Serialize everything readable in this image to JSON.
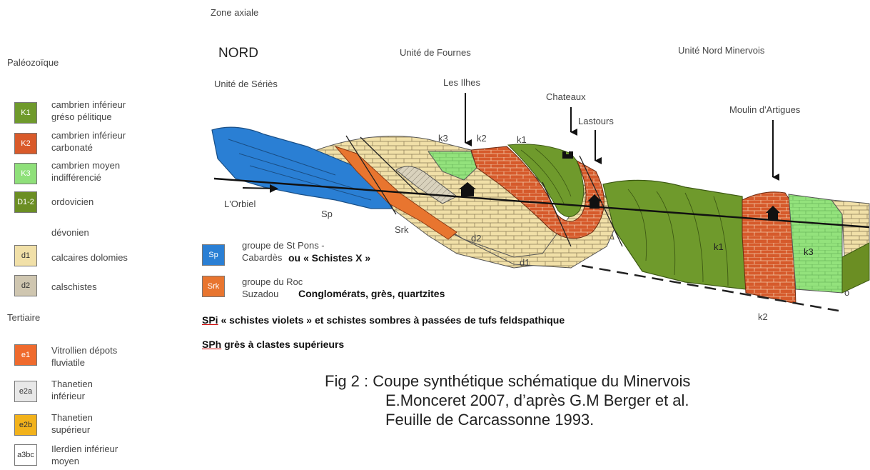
{
  "header": {
    "zone": "Zone axiale",
    "nord": "NORD",
    "unite_fournes": "Unité de Fournes",
    "unite_nord": "Unité Nord Minervois",
    "unite_series": "Unité de Sériès"
  },
  "places": {
    "ilhes": "Les Ilhes",
    "chateaux": "Chateaux",
    "lastours": "Lastours",
    "moulin": "Moulin d'Artigues",
    "orbiel": "L'Orbiel"
  },
  "unit_labels": {
    "k3": "k3",
    "k2": "k2",
    "k1": "k1",
    "sp": "Sp",
    "srk": "Srk",
    "d2": "d2",
    "d1": "d1",
    "k1b": "k1",
    "k3b": "k3",
    "o": "o",
    "k2b": "k2"
  },
  "legend": {
    "paleozoique": "Paléozoïque",
    "items": [
      {
        "code": "K1",
        "text1": "cambrien inférieur",
        "text2": "gréso pélitique",
        "color": "#6f9a2c"
      },
      {
        "code": "K2",
        "text1": "cambrien inférieur",
        "text2": "carbonaté",
        "color": "#d95a2a"
      },
      {
        "code": "K3",
        "text1": "cambrien moyen",
        "text2": "indifférencié",
        "color": "#8fe07a"
      },
      {
        "code": "D1-2",
        "text1": "ordovicien",
        "text2": "",
        "color": "#6b8e23"
      }
    ],
    "devonien": "dévonien",
    "dev_items": [
      {
        "code": "d1",
        "text": "calcaires dolomies",
        "color": "#f1e0a8"
      },
      {
        "code": "d2",
        "text": "calschistes",
        "color": "#cfc6b0"
      }
    ],
    "tertiaire": "Tertiaire",
    "tert_items": [
      {
        "code": "e1",
        "text1": "Vitrollien dépots",
        "text2": "fluviatile",
        "color": "#ef6a2d"
      },
      {
        "code": "e2a",
        "text1": "Thanetien",
        "text2": "inférieur",
        "color": "#e8e8e8"
      },
      {
        "code": "e2b",
        "text1": "Thanetien",
        "text2": "supérieur",
        "color": "#f2b21b"
      },
      {
        "code": "a3bc",
        "text1": "Ilerdien inférieur",
        "text2": "moyen",
        "color": "#ffffff"
      }
    ]
  },
  "groups": {
    "sp_code": "Sp",
    "sp_line1": "groupe de St Pons -",
    "sp_line2": "Cabardès",
    "sp_extra": "ou « Schistes X »",
    "srk_code": "Srk",
    "srk_line1": "groupe du Roc",
    "srk_line2": "Suzadou",
    "srk_extra": "Conglomérats, grès, quartzites"
  },
  "notes": {
    "spi_code": "SPi",
    "spi_text": "« schistes violets » et schistes sombres à passées de tufs feldspathique",
    "sph_code": "SPh",
    "sph_text": "grès à clastes supérieurs"
  },
  "caption": {
    "line1": "Fig 2 : Coupe synthétique schématique du Minervois",
    "line2": "E.Monceret 2007, d’après G.M Berger et al.",
    "line3": "Feuille de Carcassonne 1993."
  }
}
